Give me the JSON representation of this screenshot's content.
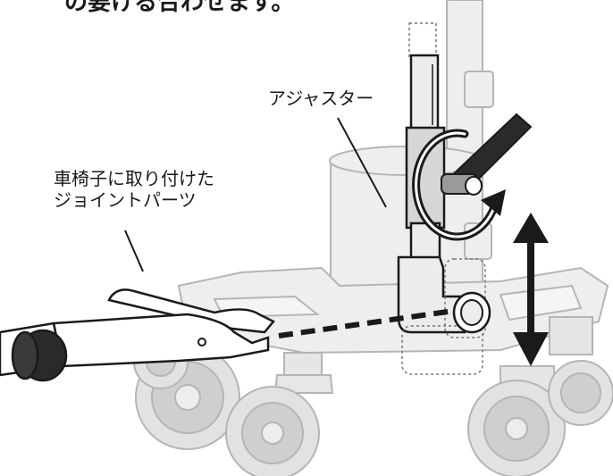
{
  "header": {
    "text": "の要ける合わせます。"
  },
  "labels": {
    "adjuster": "アジャスター",
    "joint_line1": "車椅子に取り付けた",
    "joint_line2": "ジョイントパーツ"
  },
  "colors": {
    "ink": "#1a1a1a",
    "ghost_fill": "#eeeeee",
    "ghost_stroke": "#b5b5b5"
  }
}
